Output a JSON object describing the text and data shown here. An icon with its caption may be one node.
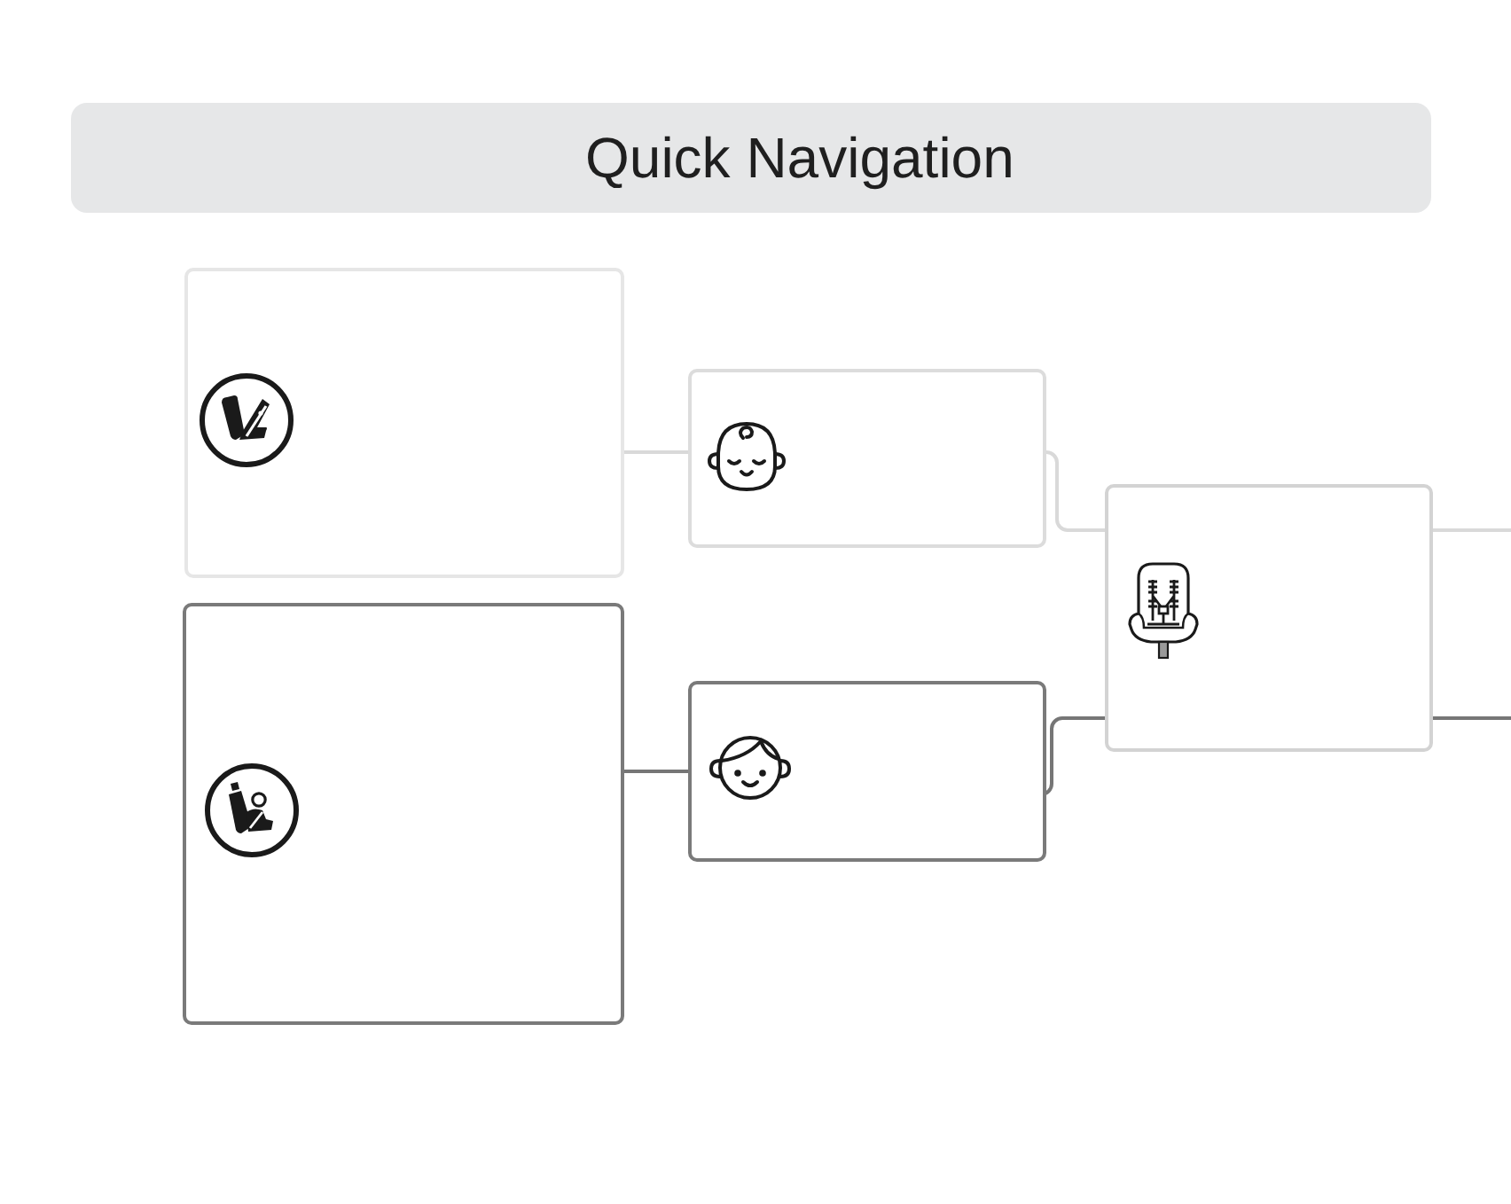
{
  "diagram": {
    "title": "Quick Navigation",
    "nodes": [
      {
        "text": [],
        "shape": "box"
      },
      {
        "text": [],
        "shape": "box"
      },
      {
        "text": [],
        "shape": "box"
      },
      {
        "text": [],
        "shape": "box"
      },
      {
        "text": [],
        "shape": "box"
      }
    ],
    "edges": [
      {
        "from": 0,
        "to": 2,
        "arrow": "none"
      },
      {
        "from": 1,
        "to": 3,
        "arrow": "none",
        "color": "#767676"
      },
      {
        "from": 2,
        "to": 4,
        "arrow": "none"
      },
      {
        "from": 3,
        "to": 4,
        "arrow": "none",
        "color": "#767676"
      },
      {
        "from": 4,
        "to": null,
        "arrow": "none"
      },
      {
        "from": 4,
        "to": null,
        "arrow": "none",
        "color": "#767676"
      }
    ]
  }
}
